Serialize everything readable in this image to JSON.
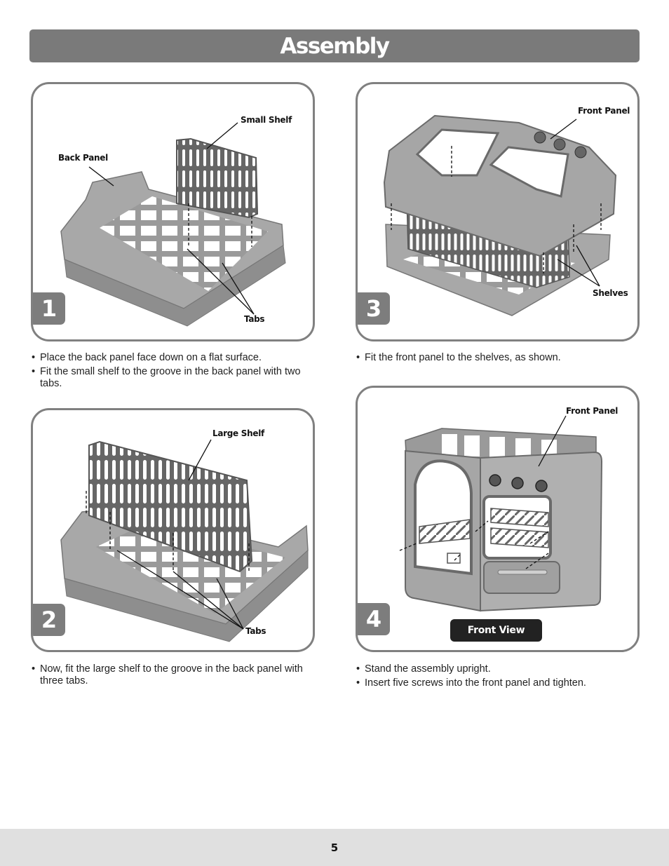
{
  "title": "Assembly",
  "steps": [
    {
      "number": "1",
      "callouts": {
        "small_shelf": "Small Shelf",
        "back_panel": "Back Panel",
        "tabs": "Tabs"
      },
      "instructions": [
        "Place the back panel face down on a flat surface.",
        "Fit the small shelf to the groove in the back panel with two tabs."
      ]
    },
    {
      "number": "2",
      "callouts": {
        "large_shelf": "Large Shelf",
        "tabs": "Tabs"
      },
      "instructions": [
        "Now, fit the large shelf to the groove in the back panel with three tabs."
      ]
    },
    {
      "number": "3",
      "callouts": {
        "front_panel": "Front Panel",
        "shelves": "Shelves"
      },
      "instructions": [
        "Fit the front panel to the shelves, as shown."
      ]
    },
    {
      "number": "4",
      "callouts": {
        "front_panel": "Front Panel"
      },
      "view_label": "Front View",
      "instructions": [
        "Stand the assembly upright.",
        "Insert five screws into the front panel and tighten."
      ]
    }
  ],
  "page_number": "5"
}
